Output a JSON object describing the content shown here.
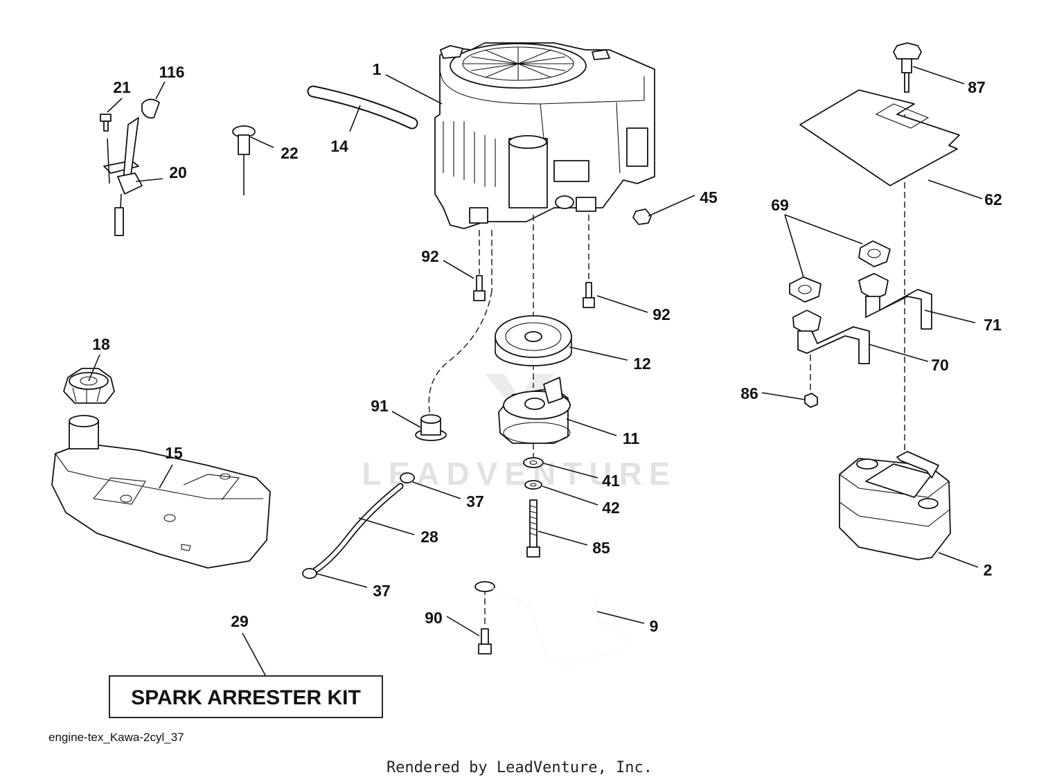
{
  "watermark": "LEADVENTURE",
  "diagram_code": "engine-tex_Kawa-2cyl_37",
  "footer_credit": "Rendered by LeadVenture, Inc.",
  "kit_label": "SPARK ARRESTER KIT",
  "callouts": [
    {
      "id": "c1",
      "number": "1"
    },
    {
      "id": "c14",
      "number": "14"
    },
    {
      "id": "c21",
      "number": "21"
    },
    {
      "id": "c116",
      "number": "116"
    },
    {
      "id": "c22",
      "number": "22"
    },
    {
      "id": "c20",
      "number": "20"
    },
    {
      "id": "c45",
      "number": "45"
    },
    {
      "id": "c87",
      "number": "87"
    },
    {
      "id": "c62",
      "number": "62"
    },
    {
      "id": "c69",
      "number": "69"
    },
    {
      "id": "c92a",
      "number": "92"
    },
    {
      "id": "c92b",
      "number": "92"
    },
    {
      "id": "c71",
      "number": "71"
    },
    {
      "id": "c70",
      "number": "70"
    },
    {
      "id": "c18",
      "number": "18"
    },
    {
      "id": "c12",
      "number": "12"
    },
    {
      "id": "c91",
      "number": "91"
    },
    {
      "id": "c86",
      "number": "86"
    },
    {
      "id": "c11",
      "number": "11"
    },
    {
      "id": "c15",
      "number": "15"
    },
    {
      "id": "c41",
      "number": "41"
    },
    {
      "id": "c37a",
      "number": "37"
    },
    {
      "id": "c42",
      "number": "42"
    },
    {
      "id": "c28",
      "number": "28"
    },
    {
      "id": "c85",
      "number": "85"
    },
    {
      "id": "c2",
      "number": "2"
    },
    {
      "id": "c37b",
      "number": "37"
    },
    {
      "id": "c90",
      "number": "90"
    },
    {
      "id": "c9",
      "number": "9"
    },
    {
      "id": "c29",
      "number": "29"
    }
  ]
}
